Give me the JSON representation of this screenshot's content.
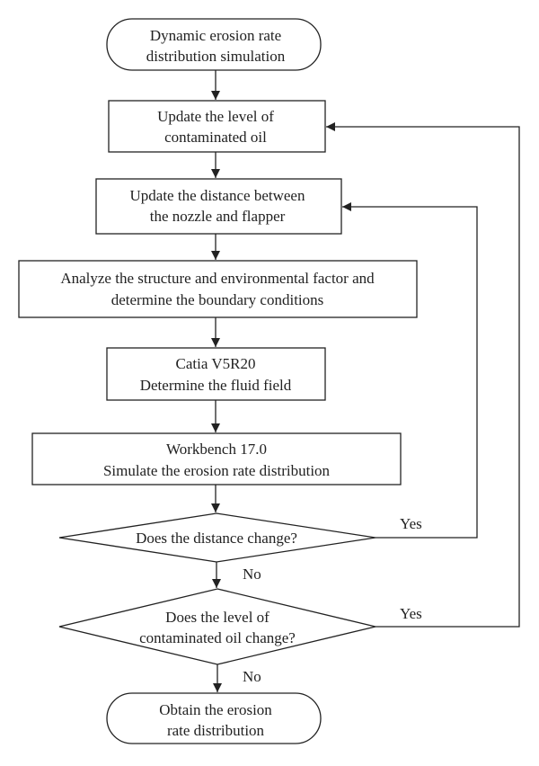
{
  "nodes": {
    "start": {
      "lines": [
        "Dynamic erosion rate",
        "distribution simulation"
      ]
    },
    "update_oil": {
      "lines": [
        "Update the level of",
        "contaminated oil"
      ]
    },
    "update_distance": {
      "lines": [
        "Update the distance between",
        "the nozzle and flapper"
      ]
    },
    "analyze": {
      "lines": [
        "Analyze the structure and environmental factor and",
        "determine the boundary conditions"
      ]
    },
    "catia": {
      "lines": [
        "Catia V5R20",
        "Determine the fluid field"
      ]
    },
    "workbench": {
      "lines": [
        "Workbench 17.0",
        "Simulate the erosion rate distribution"
      ]
    },
    "decision_distance": {
      "lines": [
        "Does the distance change?"
      ]
    },
    "decision_oil": {
      "lines": [
        "Does the level of",
        "contaminated oil change?"
      ]
    },
    "end": {
      "lines": [
        "Obtain the erosion",
        "rate distribution"
      ]
    }
  },
  "edge_labels": {
    "distance_yes": "Yes",
    "distance_no": "No",
    "oil_yes": "Yes",
    "oil_no": "No"
  }
}
